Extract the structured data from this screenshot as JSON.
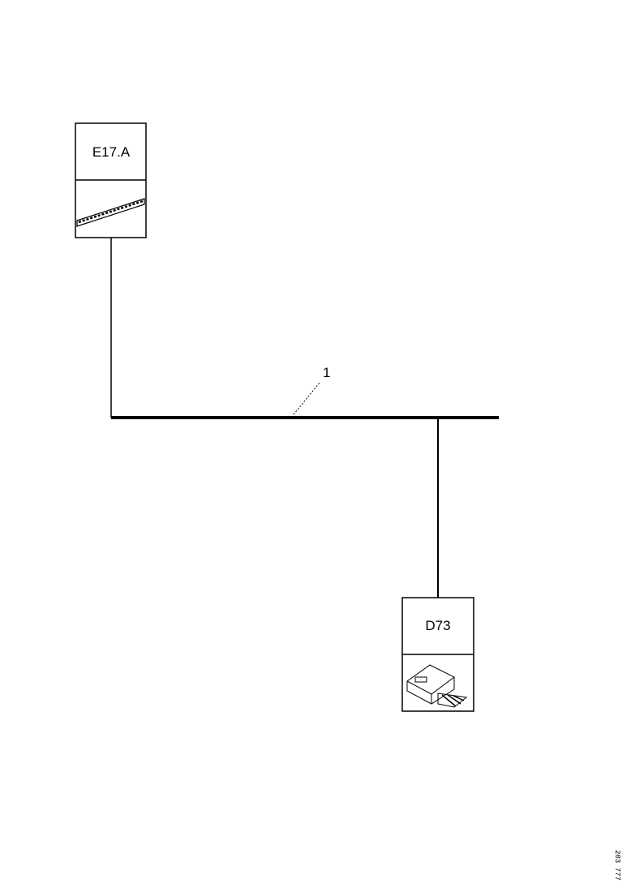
{
  "components": [
    {
      "id": "E17.A",
      "label": "E17.A",
      "icon": "headlamp-connector-icon"
    },
    {
      "id": "D73",
      "label": "D73",
      "icon": "multi-pin-connector-icon"
    }
  ],
  "bus": {
    "wire_label": "1"
  },
  "drawing_reference": "203 777",
  "colors": {
    "line": "#000000",
    "background": "#ffffff"
  }
}
